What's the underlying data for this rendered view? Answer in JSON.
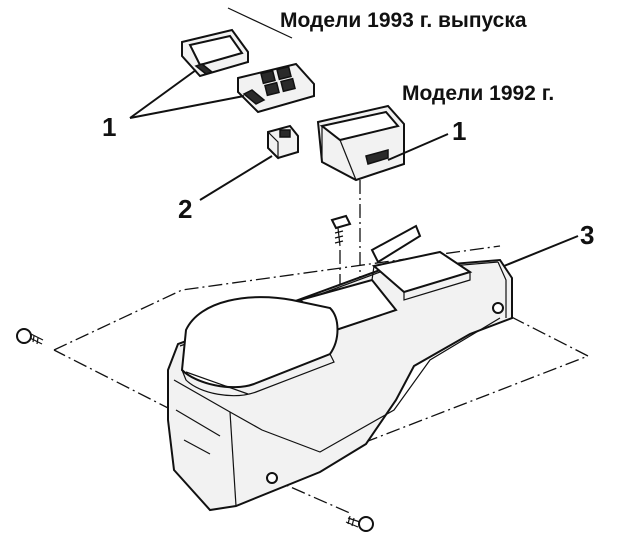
{
  "captions": {
    "model_1993": "Модели 1993 г. выпуска",
    "model_1992": "Модели 1992 г."
  },
  "callouts": {
    "c1_top": "1",
    "c1_right": "1",
    "c2": "2",
    "c3": "3"
  }
}
